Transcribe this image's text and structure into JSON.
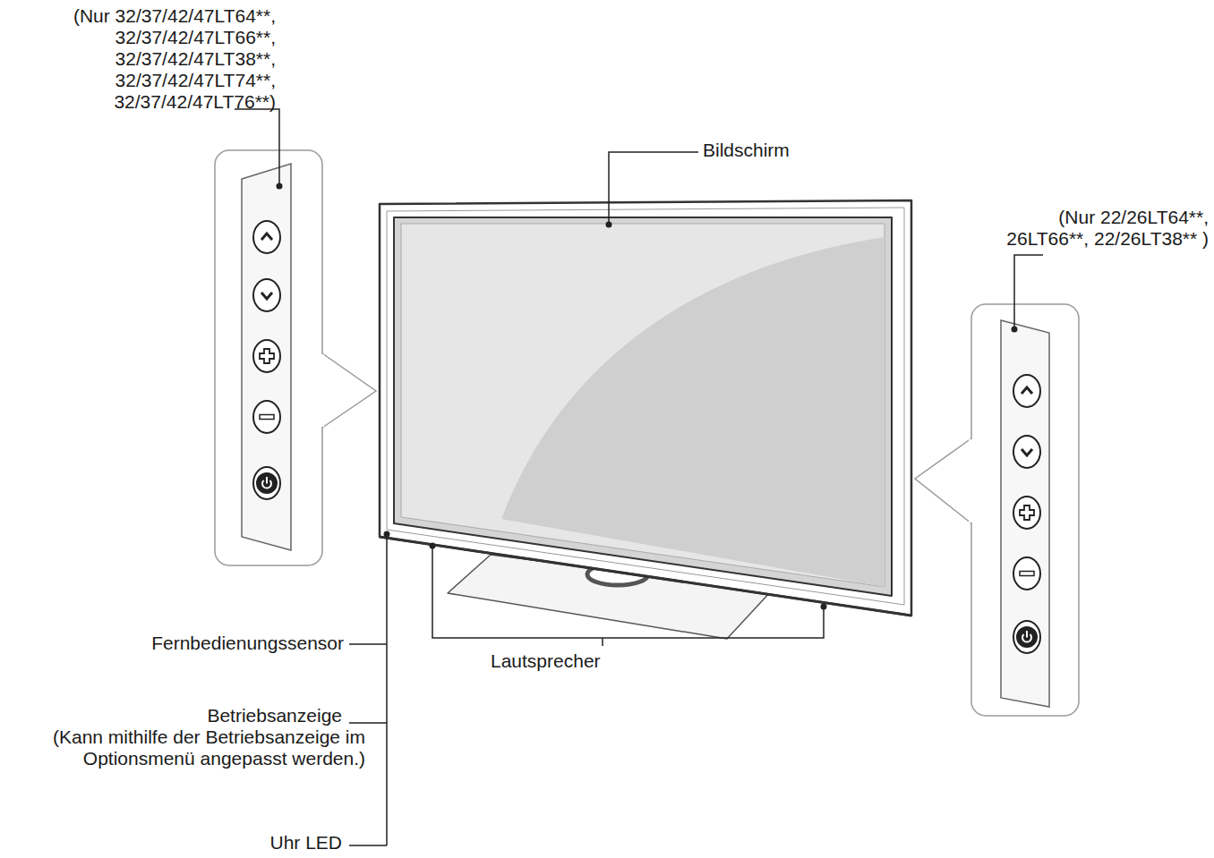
{
  "diagram": {
    "labels": [
      "(Nur 32/37/42/47LT64**, 32/37/42/47LT66**, 32/37/42/47LT38**, 32/37/42/47LT74**, 32/37/42/47LT76**)",
      "Bildschirm",
      "(Nur 22/26LT64**, 26LT66**, 22/26LT38** )",
      "Fernbedienungssensor",
      "Lautsprecher",
      "Betriebsanzeige",
      "(Kann mithilfe der Betriebsanzeige im Optionsmenü angepasst werden.)",
      "Uhr LED"
    ]
  }
}
